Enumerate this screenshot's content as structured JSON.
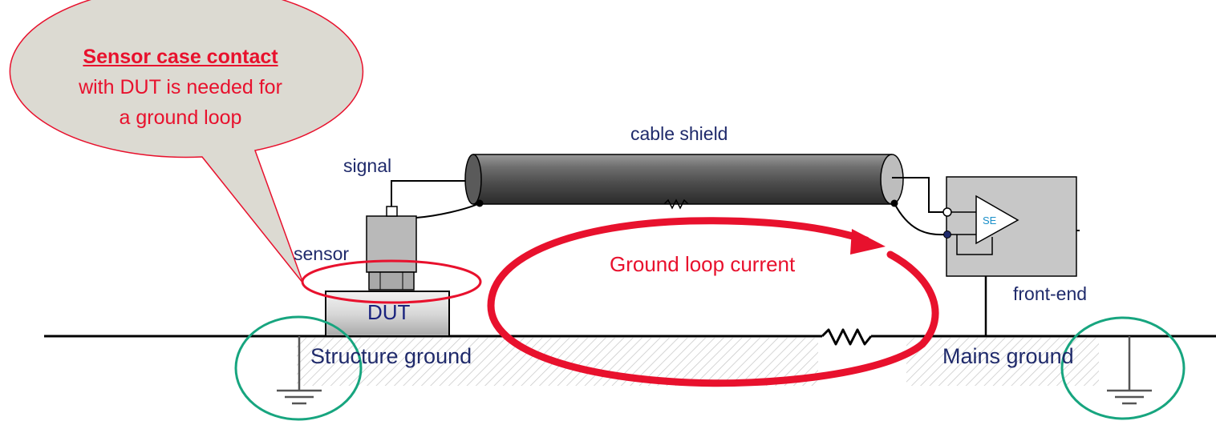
{
  "callout": {
    "heading": "Sensor case contact",
    "line1": "with DUT is needed for",
    "line2": "a ground loop"
  },
  "labels": {
    "cable_shield": "cable shield",
    "signal": "signal",
    "sensor": "sensor",
    "dut": "DUT",
    "ground_loop_current": "Ground loop current",
    "front_end": "front-end",
    "amplifier": "SE",
    "structure_ground": "Structure ground",
    "mains_ground": "Mains ground"
  },
  "colors": {
    "callout_text": "#e8112d",
    "callout_fill": "#dcdad2",
    "loop": "#e8112d",
    "ground_circle": "#17a57f",
    "label_blue": "#1f2a6b",
    "amplifier_text": "#1a8fc9"
  }
}
